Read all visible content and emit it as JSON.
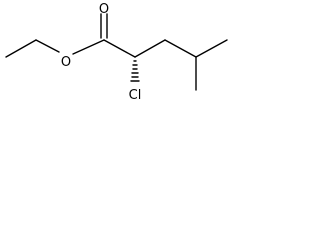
{
  "atoms": {
    "oxygen_carbonyl": "O",
    "oxygen_ester": "O",
    "chlorine": "Cl"
  },
  "colors": {
    "bond": "#000000",
    "background": "#ffffff"
  }
}
